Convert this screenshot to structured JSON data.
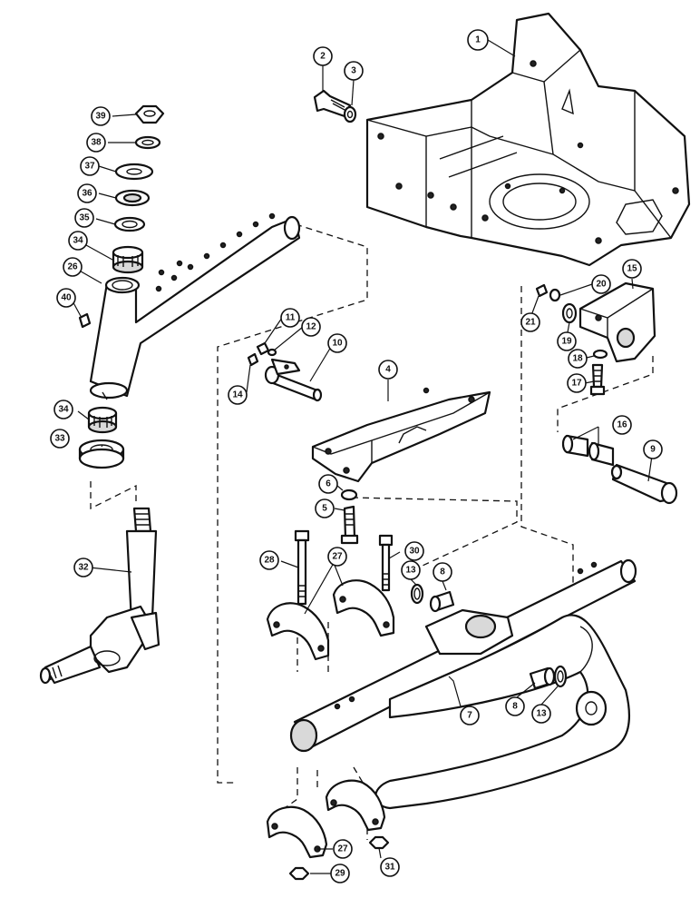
{
  "callouts": [
    {
      "id": "c1",
      "label": "1"
    },
    {
      "id": "c2",
      "label": "2"
    },
    {
      "id": "c3",
      "label": "3"
    },
    {
      "id": "c4",
      "label": "4"
    },
    {
      "id": "c5",
      "label": "5"
    },
    {
      "id": "c6",
      "label": "6"
    },
    {
      "id": "c7",
      "label": "7"
    },
    {
      "id": "c8a",
      "label": "8"
    },
    {
      "id": "c8b",
      "label": "8"
    },
    {
      "id": "c9",
      "label": "9"
    },
    {
      "id": "c10",
      "label": "10"
    },
    {
      "id": "c11",
      "label": "11"
    },
    {
      "id": "c12",
      "label": "12"
    },
    {
      "id": "c13a",
      "label": "13"
    },
    {
      "id": "c13b",
      "label": "13"
    },
    {
      "id": "c14",
      "label": "14"
    },
    {
      "id": "c15",
      "label": "15"
    },
    {
      "id": "c16",
      "label": "16"
    },
    {
      "id": "c17",
      "label": "17"
    },
    {
      "id": "c18",
      "label": "18"
    },
    {
      "id": "c19",
      "label": "19"
    },
    {
      "id": "c20",
      "label": "20"
    },
    {
      "id": "c21",
      "label": "21"
    },
    {
      "id": "c26",
      "label": "26"
    },
    {
      "id": "c27a",
      "label": "27"
    },
    {
      "id": "c27b",
      "label": "27"
    },
    {
      "id": "c28",
      "label": "28"
    },
    {
      "id": "c29",
      "label": "29"
    },
    {
      "id": "c30",
      "label": "30"
    },
    {
      "id": "c31",
      "label": "31"
    },
    {
      "id": "c32",
      "label": "32"
    },
    {
      "id": "c33",
      "label": "33"
    },
    {
      "id": "c34a",
      "label": "34"
    },
    {
      "id": "c34b",
      "label": "34"
    },
    {
      "id": "c35",
      "label": "35"
    },
    {
      "id": "c36",
      "label": "36"
    },
    {
      "id": "c37",
      "label": "37"
    },
    {
      "id": "c38",
      "label": "38"
    },
    {
      "id": "c39",
      "label": "39"
    },
    {
      "id": "c40",
      "label": "40"
    }
  ]
}
